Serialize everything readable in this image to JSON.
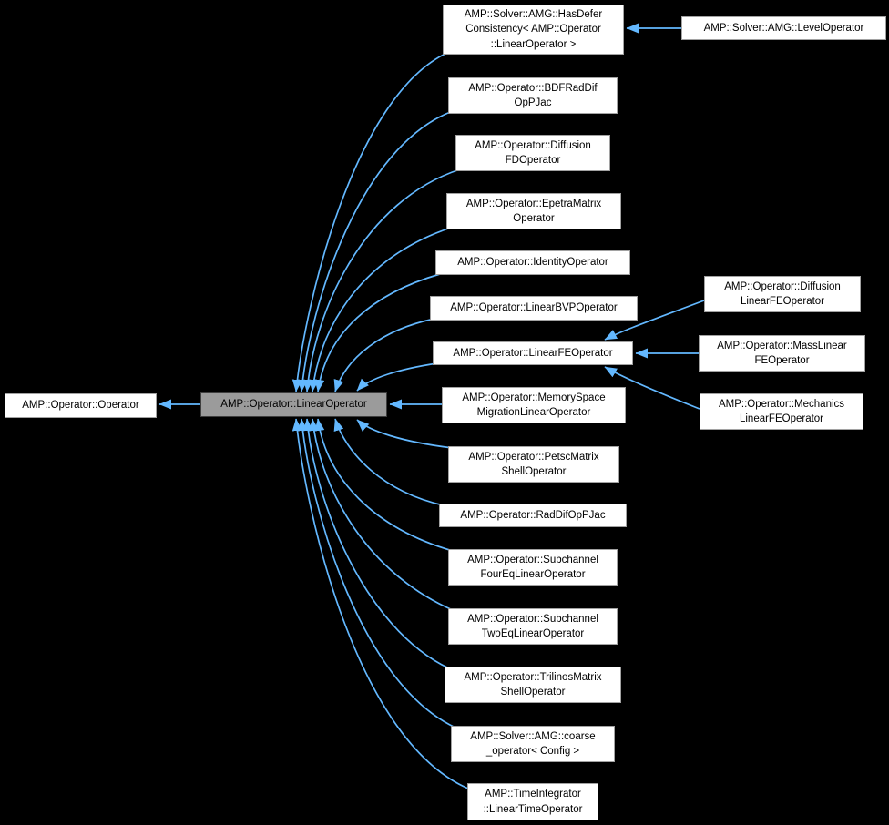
{
  "graph": {
    "title": "Inheritance graph for AMP::Operator::LinearOperator",
    "colors": {
      "background": "#000000",
      "arrow_color": "#63B8FF",
      "node_fill": "#FFFFFF",
      "node_border": "#A2A2A2",
      "node_text": "#000000",
      "highlight_fill": "#9B9B9B",
      "highlight_border": "#3F3F3F"
    },
    "nodes": [
      {
        "id": "hasdefer",
        "label": "AMP::Solver::AMG::HasDefer\nConsistency< AMP::Operator\n::LinearOperator >"
      },
      {
        "id": "bdfraddif",
        "label": "AMP::Operator::BDFRadDif\nOpPJac"
      },
      {
        "id": "diffusionfd",
        "label": "AMP::Operator::Diffusion\nFDOperator"
      },
      {
        "id": "epetramatrix",
        "label": "AMP::Operator::EpetraMatrix\nOperator"
      },
      {
        "id": "identity",
        "label": "AMP::Operator::IdentityOperator"
      },
      {
        "id": "linearbvp",
        "label": "AMP::Operator::LinearBVPOperator"
      },
      {
        "id": "linearfe",
        "label": "AMP::Operator::LinearFEOperator"
      },
      {
        "id": "memoryspace",
        "label": "AMP::Operator::MemorySpace\nMigrationLinearOperator"
      },
      {
        "id": "petscmatrix",
        "label": "AMP::Operator::PetscMatrix\nShellOperator"
      },
      {
        "id": "raddifoppjac",
        "label": "AMP::Operator::RadDifOpPJac"
      },
      {
        "id": "subchannelfour",
        "label": "AMP::Operator::Subchannel\nFourEqLinearOperator"
      },
      {
        "id": "subchanneltwo",
        "label": "AMP::Operator::Subchannel\nTwoEqLinearOperator"
      },
      {
        "id": "trilinosmatrix",
        "label": "AMP::Operator::TrilinosMatrix\nShellOperator"
      },
      {
        "id": "coarseoperator",
        "label": "AMP::Solver::AMG::coarse\n_operator< Config >"
      },
      {
        "id": "lineartime",
        "label": "AMP::TimeIntegrator\n::LinearTimeOperator"
      },
      {
        "id": "leveloperator",
        "label": "AMP::Solver::AMG::LevelOperator"
      },
      {
        "id": "diffusionlinfe",
        "label": "AMP::Operator::Diffusion\nLinearFEOperator"
      },
      {
        "id": "masslinfe",
        "label": "AMP::Operator::MassLinear\nFEOperator"
      },
      {
        "id": "mechanicslinfe",
        "label": "AMP::Operator::Mechanics\nLinearFEOperator"
      },
      {
        "id": "operator",
        "label": "AMP::Operator::Operator"
      },
      {
        "id": "linearoperator",
        "label": "AMP::Operator::LinearOperator"
      }
    ]
  }
}
